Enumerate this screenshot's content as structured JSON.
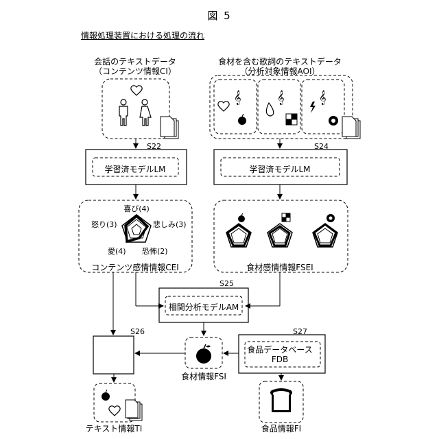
{
  "figure_title": "図 5",
  "flow_title": "情報処理装置における処理の流れ",
  "left_input": {
    "title_line1": "会話のテキストデータ",
    "title_line2": "（コンテンツ情報CI）"
  },
  "right_input": {
    "title_line1": "食材を含む歌詞のテキストデータ",
    "title_line2": "（分析対象情報AOI）"
  },
  "steps": {
    "s22": "S22",
    "s24": "S24",
    "s25": "S25",
    "s26": "S26",
    "s27": "S27"
  },
  "model_left": "学習済モデルLM",
  "model_right": "学習済モデルLM",
  "emotions": {
    "joy": "喜び(4)",
    "anger": "怒り(3)",
    "sadness": "悲しみ(3)",
    "love": "愛(4)",
    "fear": "恐怖(2)"
  },
  "content_emotion_label": "コンテンツ感情情報CEI",
  "food_emotion_label": "食材感情情報FSEI",
  "correlation_model": "相関分析モデルAM",
  "food_info_label": "食材情報FSI",
  "food_db_line1": "食品データベース",
  "food_db_line2": "FDB",
  "text_info_label": "テキスト情報TI",
  "food_product_label": "食品情報FI"
}
